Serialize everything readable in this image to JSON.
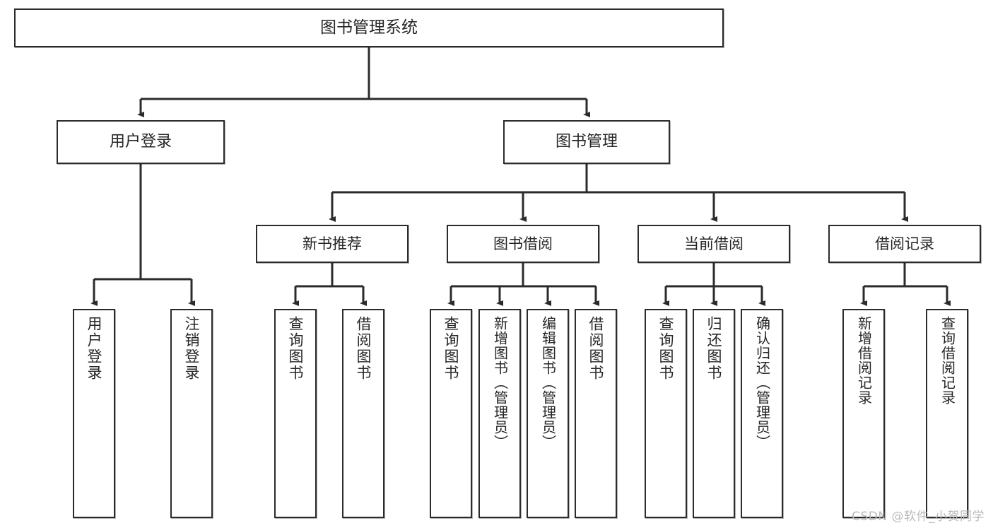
{
  "diagram": {
    "title": "图书管理系统",
    "type": "tree-hierarchy-diagram",
    "watermark": "CSDN @软件_小贺同学",
    "colors": {
      "border": "#2b2b2b",
      "text": "#262626",
      "background": "#ffffff",
      "connector": "#2b2b2b",
      "watermark": "#b9b9b9"
    },
    "root": {
      "label": "图书管理系统"
    },
    "level1": [
      {
        "label": "用户登录"
      },
      {
        "label": "图书管理"
      }
    ],
    "level2": [
      {
        "label": "新书推荐"
      },
      {
        "label": "图书借阅"
      },
      {
        "label": "当前借阅"
      },
      {
        "label": "借阅记录"
      }
    ],
    "leaves": {
      "user_login": [
        {
          "label": "用户登录"
        },
        {
          "label": "注销登录"
        }
      ],
      "new_book_recommend": [
        {
          "label": "查询图书"
        },
        {
          "label": "借阅图书"
        }
      ],
      "book_borrow": [
        {
          "label": "查询图书"
        },
        {
          "label": "新增图书（管理员）"
        },
        {
          "label": "编辑图书（管理员）"
        },
        {
          "label": "借阅图书"
        }
      ],
      "current_borrow": [
        {
          "label": "查询图书"
        },
        {
          "label": "归还图书"
        },
        {
          "label": "确认归还（管理员）"
        }
      ],
      "borrow_record": [
        {
          "label": "新增借阅记录"
        },
        {
          "label": "查询借阅记录"
        }
      ]
    }
  }
}
